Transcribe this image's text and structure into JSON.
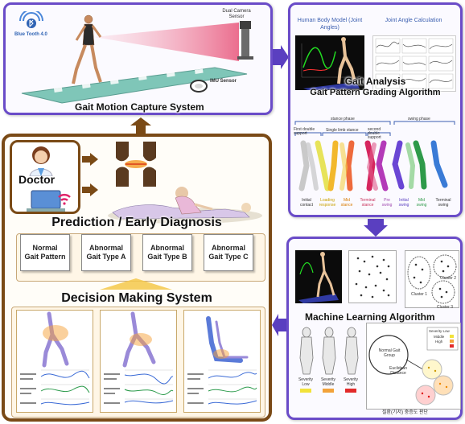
{
  "capture": {
    "title": "Gait Motion Capture System",
    "bluetooth_label": "Blue Tooth 4.0",
    "camera_label": "Dual Camera Sensor",
    "imu_label": "IMU Sensor"
  },
  "analysis": {
    "title_line1": "Gait Analysis",
    "title_line2": "Gait Pattern Grading Algorithm",
    "model_label": "Human Body Model (Joint Angles)",
    "joint_label": "Joint Angle Calculation",
    "stance_phase": "stance phase",
    "swing_phase": "swing phase",
    "first_double": "First double support",
    "single_limb": "Single limb stance",
    "second_double": "second double support",
    "phases": [
      "Initial contact",
      "Loading response",
      "Mid stance",
      "Terminal stance",
      "Pre swing",
      "Initial swing",
      "Mid swing",
      "Terminal swing"
    ]
  },
  "ml": {
    "title": "Machine Learning Algorithm",
    "cluster1": "Cluster 1",
    "cluster2": "Cluster 2",
    "cluster3": "Cluster 3",
    "normal_group": "Normal Gait Group",
    "euclidean": "Euclidean Distance",
    "severity_legend": [
      "Severity Low",
      "Middle",
      "High"
    ],
    "severity_figures": [
      "Severity Low",
      "Severity Middle",
      "Severity High"
    ],
    "korean_caption": "질환(기저) 중증도 판단"
  },
  "diagnosis": {
    "doctor_label": "Doctor",
    "prediction_title": "Prediction / Early Diagnosis",
    "decision_title": "Decision Making System",
    "gait_types": [
      {
        "line1": "Normal",
        "line2": "Gait Pattern"
      },
      {
        "line1": "Abnormal",
        "line2": "Gait Type A"
      },
      {
        "line1": "Abnormal",
        "line2": "Gait Type B"
      },
      {
        "line1": "Abnormal",
        "line2": "Gait Type C"
      }
    ]
  },
  "colors": {
    "panel_border": "#6a4cc8",
    "flow_border": "#7a4a16",
    "arrow": "#5a3fc0"
  }
}
